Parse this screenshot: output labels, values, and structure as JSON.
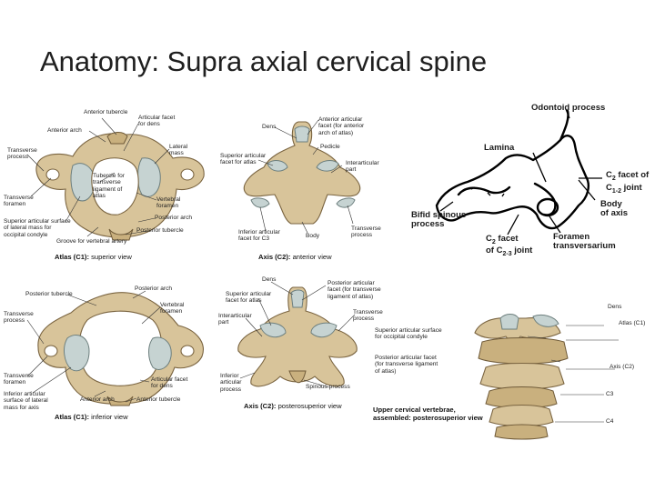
{
  "title": "Anatomy: Supra axial cervical spine",
  "atlas_superior": {
    "caption_bold": "Atlas (C1):",
    "caption_view": "superior view",
    "labels": {
      "anterior_tubercle": "Anterior tubercle",
      "anterior_arch": "Anterior arch",
      "articular_facet_dens": "Articular facet\nfor dens",
      "lateral_mass": "Lateral\nmass",
      "transverse_process": "Transverse\nprocess",
      "tubercle_ligament": "Tubercle for\ntransverse\nligament of\natlas",
      "transverse_foramen": "Transverse\nforamen",
      "vertebral_foramen": "Vertebral\nforamen",
      "posterior_arch": "Posterior arch",
      "superior_articular_surface": "Superior articular surface\nof lateral mass for\noccipital condyle",
      "posterior_tubercle": "Posterior tubercle",
      "groove_vertebral_artery": "Groove for vertebral artery"
    }
  },
  "axis_anterior": {
    "caption_bold": "Axis (C2):",
    "caption_view": "anterior view",
    "labels": {
      "dens": "Dens",
      "anterior_articular_facet": "Anterior articular\nfacet (for anterior\narch of atlas)",
      "pedicle": "Pedicle",
      "superior_articular_facet": "Superior articular\nfacet for atlas",
      "interarticular_part": "Interarticular\npart",
      "transverse_process": "Transverse\nprocess",
      "inferior_articular_facet": "Inferior articular\nfacet for C3",
      "body": "Body"
    }
  },
  "line_drawing": {
    "odontoid_process": "Odontoid process",
    "lamina": "Lamina",
    "c2_facet_line1": "C",
    "c2_facet_sub1": "2",
    "c2_facet_line1b": " facet of",
    "c2_facet_line2": "C",
    "c2_facet_sub2": "1-2",
    "c2_facet_line2b": " joint",
    "body_of_axis": "Body\nof axis",
    "bifid_spinous_process": "Bifid spinous\nprocess",
    "c2_facet_c23_a": "C",
    "c2_facet_c23_sub": "2",
    "c2_facet_c23_b": " facet",
    "c2_facet_c23_c": "of C",
    "c2_facet_c23_sub2": "2-3",
    "c2_facet_c23_d": " joint",
    "foramen_transversarium": "Foramen\ntransversarium"
  },
  "atlas_inferior": {
    "caption_bold": "Atlas (C1):",
    "caption_view": "inferior view",
    "labels": {
      "posterior_tubercle": "Posterior tubercle",
      "posterior_arch": "Posterior arch",
      "vertebral_foramen": "Vertebral\nforamen",
      "transverse_process": "Transverse\nprocess",
      "transverse_foramen": "Transverse\nforamen",
      "inferior_articular_surface": "Inferior articular\nsurface of lateral\nmass for axis",
      "anterior_arch": "Anterior arch",
      "articular_facet_dens": "Articular facet\nfor dens",
      "anterior_tubercle": "Anterior tubercle"
    }
  },
  "axis_posterosuperior": {
    "caption_bold": "Axis (C2):",
    "caption_view": "posterosuperior view",
    "labels": {
      "dens": "Dens",
      "posterior_articular_facet": "Posterior articular\nfacet (for transverse\nligament of atlas)",
      "superior_articular_facet": "Superior articular\nfacet for atlas",
      "interarticular_part": "Interarticular\npart",
      "transverse_process": "Transverse\nprocess",
      "inferior_articular_process": "Inferior\narticular\nprocess",
      "spinous_process": "Spinous process"
    }
  },
  "assembled": {
    "caption_line1": "Upper cervical vertebrae,",
    "caption_line2": "assembled: posterosuperior view",
    "labels": {
      "dens": "Dens",
      "atlas": "Atlas (C1)",
      "superior_articular_surface": "Superior articular surface\nfor occipital condyle",
      "posterior_articular_facet": "Posterior articular facet\n(for transverse ligament\nof atlas)",
      "axis": "Axis (C2)",
      "c3": "C3",
      "c4": "C4"
    }
  }
}
